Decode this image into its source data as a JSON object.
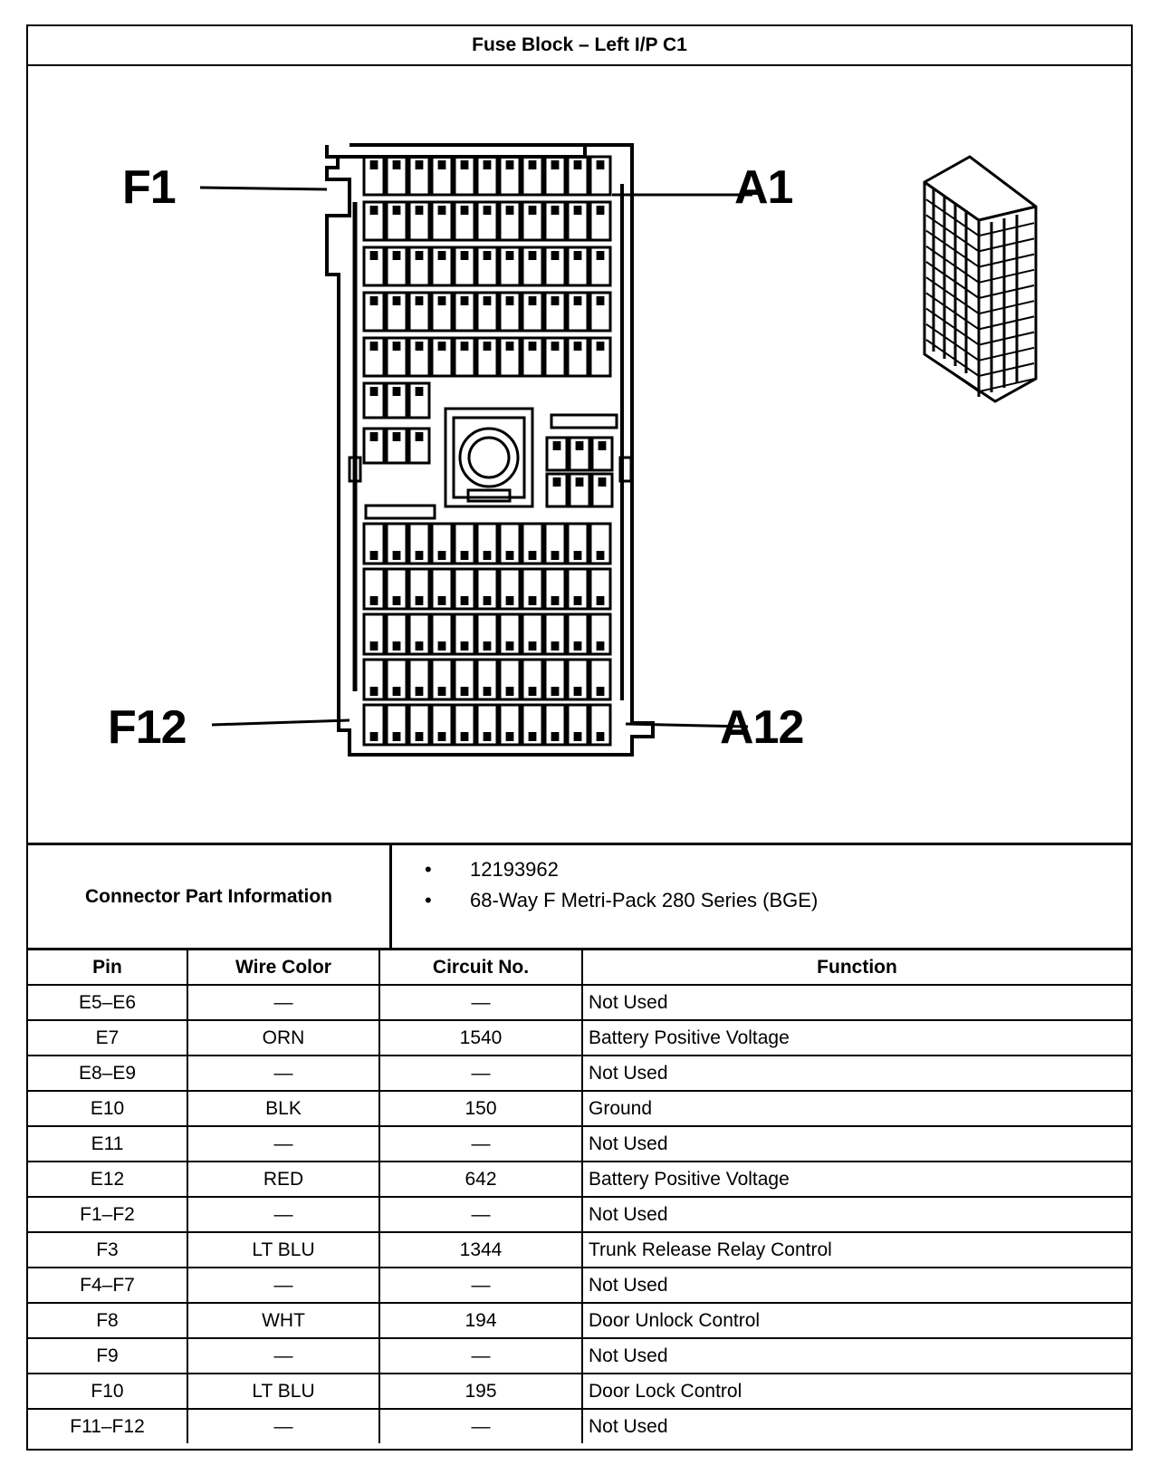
{
  "title": "Fuse Block – Left I/P C1",
  "callouts": {
    "top_left": "F1",
    "top_right": "A1",
    "bottom_left": "F12",
    "bottom_right": "A12"
  },
  "part_info": {
    "label": "Connector Part Information",
    "items": [
      "12193962",
      "68-Way F Metri-Pack 280 Series (BGE)"
    ]
  },
  "table": {
    "headers": [
      "Pin",
      "Wire Color",
      "Circuit No.",
      "Function"
    ],
    "rows": [
      [
        "E5–E6",
        "—",
        "—",
        "Not Used"
      ],
      [
        "E7",
        "ORN",
        "1540",
        "Battery Positive Voltage"
      ],
      [
        "E8–E9",
        "—",
        "—",
        "Not Used"
      ],
      [
        "E10",
        "BLK",
        "150",
        "Ground"
      ],
      [
        "E11",
        "—",
        "—",
        "Not Used"
      ],
      [
        "E12",
        "RED",
        "642",
        "Battery Positive Voltage"
      ],
      [
        "F1–F2",
        "—",
        "—",
        "Not Used"
      ],
      [
        "F3",
        "LT BLU",
        "1344",
        "Trunk Release Relay Control"
      ],
      [
        "F4–F7",
        "—",
        "—",
        "Not Used"
      ],
      [
        "F8",
        "WHT",
        "194",
        "Door Unlock Control"
      ],
      [
        "F9",
        "—",
        "—",
        "Not Used"
      ],
      [
        "F10",
        "LT BLU",
        "195",
        "Door Lock Control"
      ],
      [
        "F11–F12",
        "—",
        "—",
        "Not Used"
      ]
    ]
  }
}
